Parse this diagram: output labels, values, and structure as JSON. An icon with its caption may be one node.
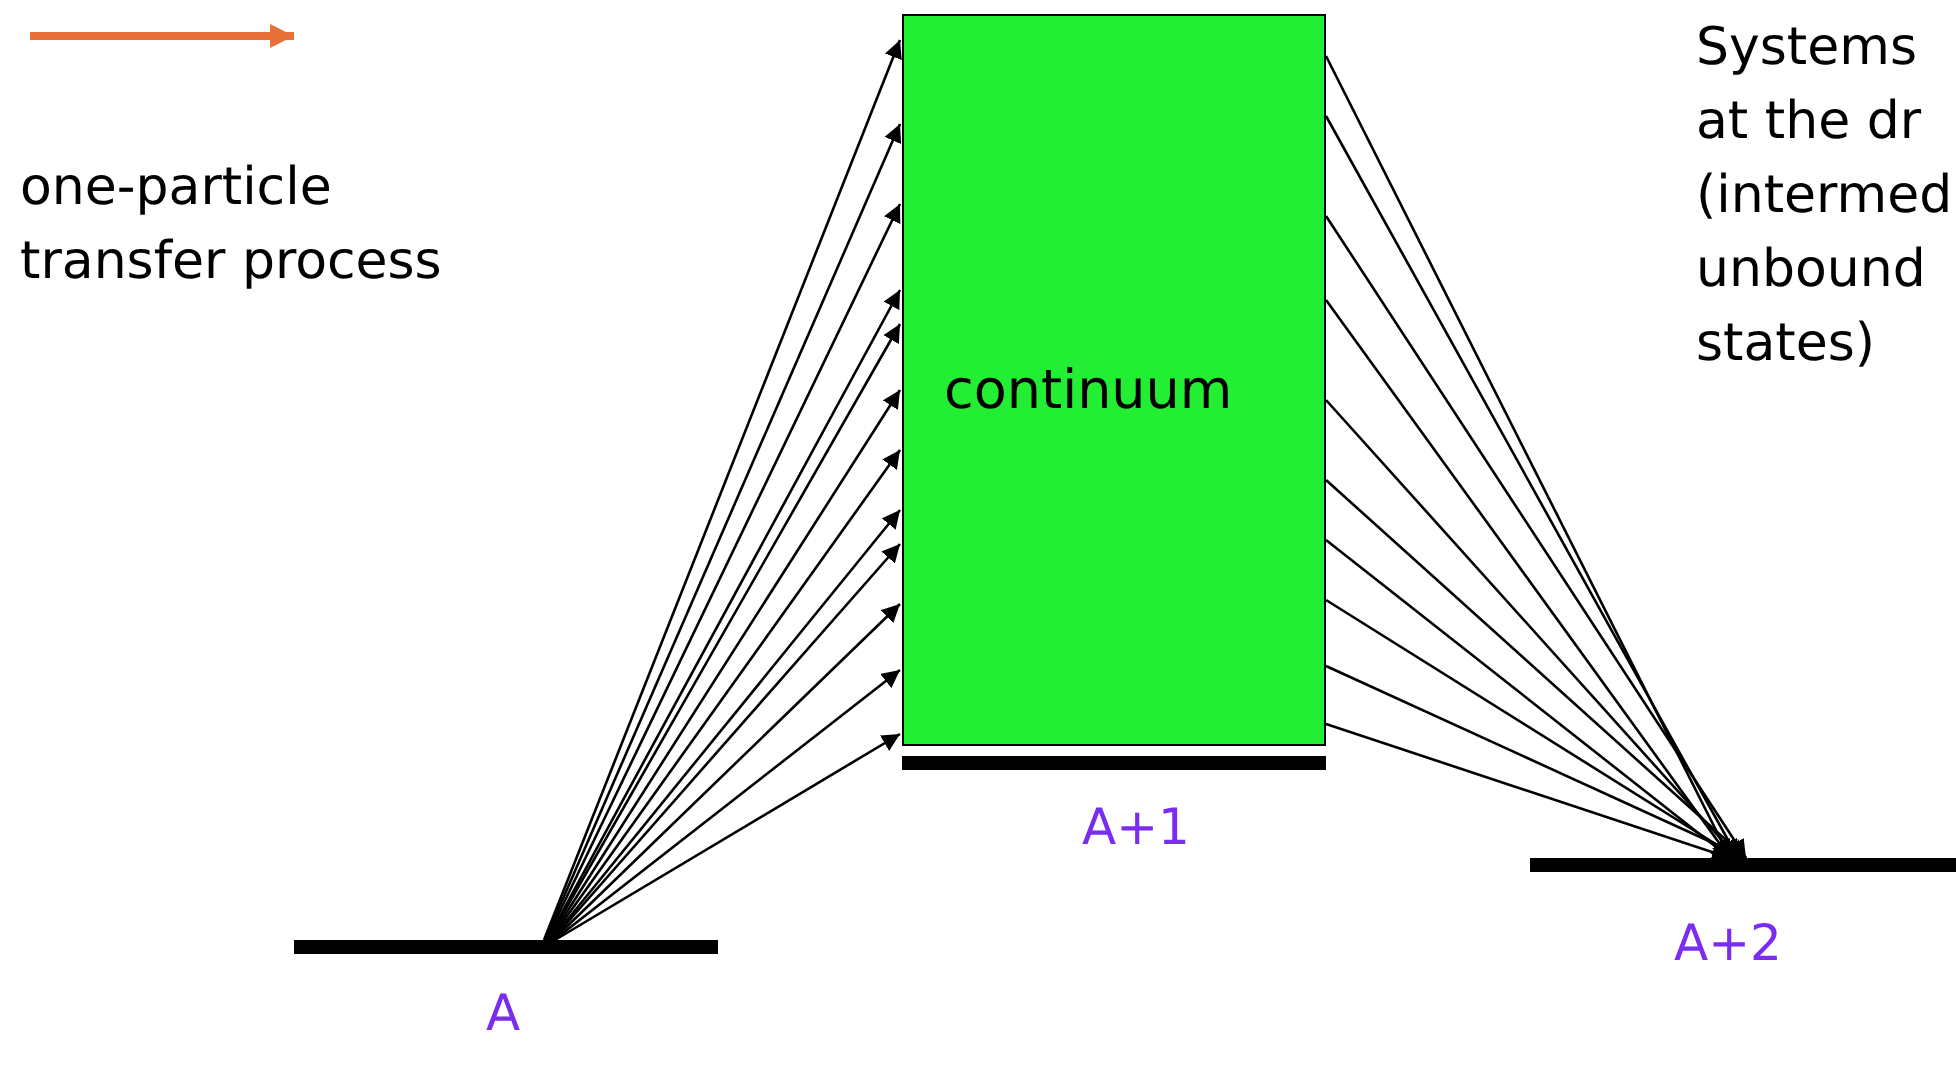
{
  "diagram": {
    "nodes": [
      {
        "text": [],
        "shape": "bar",
        "beside": [
          "A"
        ]
      },
      {
        "text": [],
        "shape": "bar",
        "beside": [
          "A+1"
        ]
      },
      {
        "text": [
          "continuum"
        ]
      },
      {
        "text": [],
        "shape": "bar",
        "beside": [
          "A+2"
        ]
      }
    ],
    "edges": [
      {
        "from": 0,
        "to": 2,
        "arrow": "to"
      },
      {
        "from": 0,
        "to": 2,
        "arrow": "to"
      },
      {
        "from": 0,
        "to": 2,
        "arrow": "to"
      },
      {
        "from": 0,
        "to": 2,
        "arrow": "to"
      },
      {
        "from": 0,
        "to": 2,
        "arrow": "to"
      },
      {
        "from": 0,
        "to": 2,
        "arrow": "to"
      },
      {
        "from": 0,
        "to": 2,
        "arrow": "to"
      },
      {
        "from": 0,
        "to": 2,
        "arrow": "to"
      },
      {
        "from": 0,
        "to": 2,
        "arrow": "to"
      },
      {
        "from": 0,
        "to": 2,
        "arrow": "to"
      },
      {
        "from": 0,
        "to": 2,
        "arrow": "to"
      },
      {
        "from": 0,
        "to": 2,
        "arrow": "to"
      },
      {
        "from": 2,
        "to": 3,
        "arrow": "to"
      },
      {
        "from": 2,
        "to": 3,
        "arrow": "to"
      },
      {
        "from": 2,
        "to": 3,
        "arrow": "to"
      },
      {
        "from": 2,
        "to": 3,
        "arrow": "to"
      },
      {
        "from": 2,
        "to": 3,
        "arrow": "to"
      },
      {
        "from": 2,
        "to": 3,
        "arrow": "to"
      },
      {
        "from": 2,
        "to": 3,
        "arrow": "to"
      },
      {
        "from": 2,
        "to": 3,
        "arrow": "to"
      },
      {
        "from": 2,
        "to": 3,
        "arrow": "to"
      },
      {
        "from": 2,
        "to": 3,
        "arrow": "to"
      }
    ],
    "labels": [
      "Systems at the dr (intermed unbound states)"
    ],
    "legend": [
      {
        "text": "one-particle transfer process"
      }
    ]
  }
}
